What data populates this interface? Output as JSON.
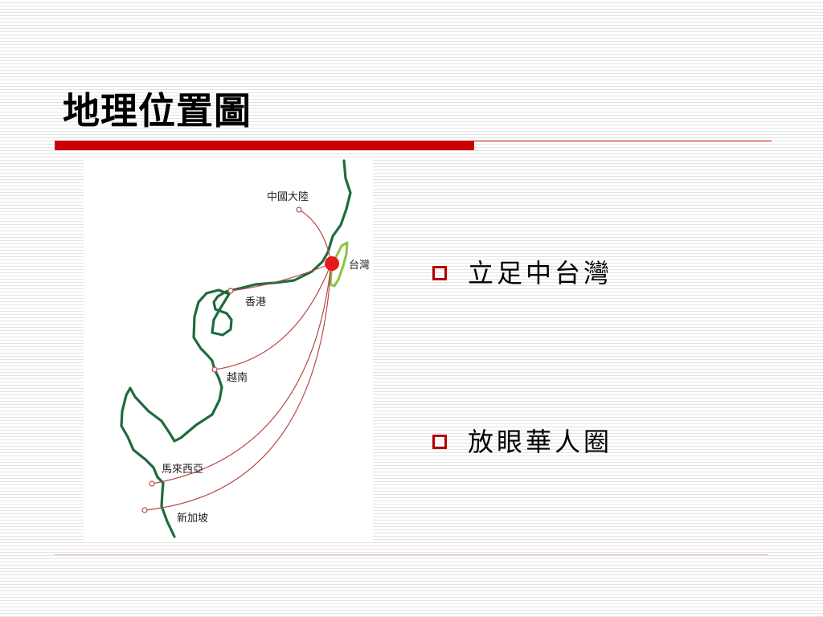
{
  "slide": {
    "title": "地理位置圖"
  },
  "map": {
    "labels": {
      "mainland": "中國大陸",
      "taiwan": "台灣",
      "hongkong": "香港",
      "vietnam": "越南",
      "malaysia": "馬來西亞",
      "singapore": "新加坡"
    },
    "colors": {
      "coastline": "#1e6b3c",
      "taiwan_outline": "#8ac43f",
      "route": "#b84a4a",
      "taiwan_marker": "#e51b1b"
    }
  },
  "bullets": [
    {
      "icon": "hollow-square-icon",
      "text": "立足中台灣"
    },
    {
      "icon": "hollow-square-icon",
      "text": "放眼華人圈"
    }
  ],
  "colors": {
    "accent": "#cc0000"
  }
}
